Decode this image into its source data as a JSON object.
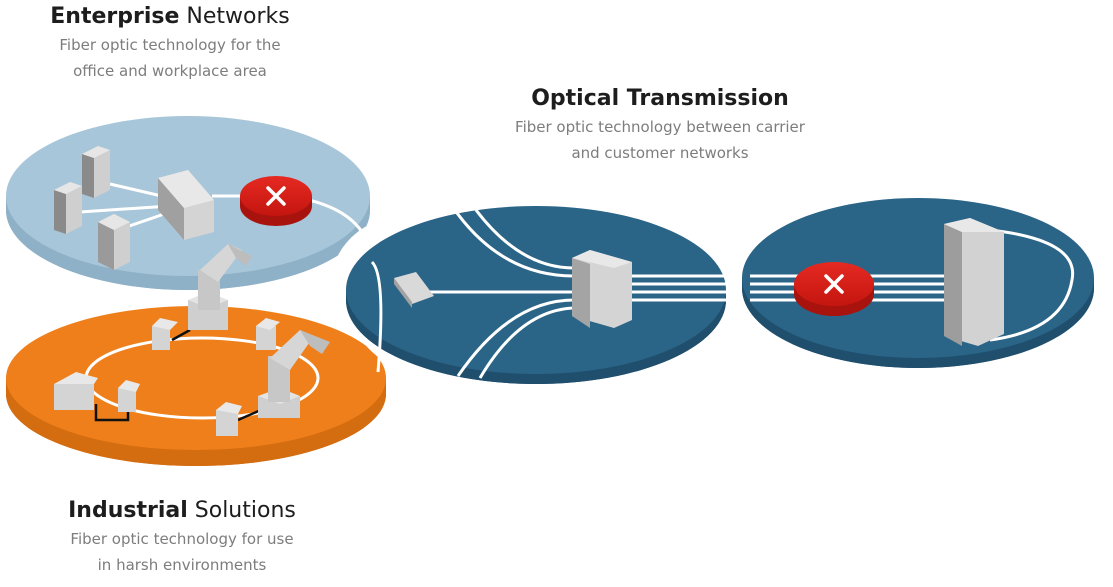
{
  "enterprise": {
    "title_bold": "Enterprise",
    "title_rest": " Networks",
    "subtitle_line1": "Fiber optic technology for the",
    "subtitle_line2": "office and workplace area"
  },
  "optical": {
    "title_bold": "Optical Transmission",
    "title_rest": "",
    "subtitle_line1": "Fiber optic technology between carrier",
    "subtitle_line2": "and customer networks"
  },
  "industrial": {
    "title_bold": "Industrial",
    "title_rest": " Solutions",
    "subtitle_line1": "Fiber optic technology for use",
    "subtitle_line2": "in harsh environments"
  },
  "colors": {
    "enterprise_fill": "#a7c6d9",
    "enterprise_side": "#8fb1c7",
    "optical_fill": "#2a6487",
    "optical_side": "#1f4f6d",
    "industrial_fill": "#ef7f1a",
    "industrial_side": "#d46c10",
    "router_red": "#d81e17",
    "device_gray": "#d9d9d9"
  },
  "icons": {
    "router": "x-mark-router-icon",
    "server": "server-box-icon",
    "robot": "robot-arm-icon"
  }
}
